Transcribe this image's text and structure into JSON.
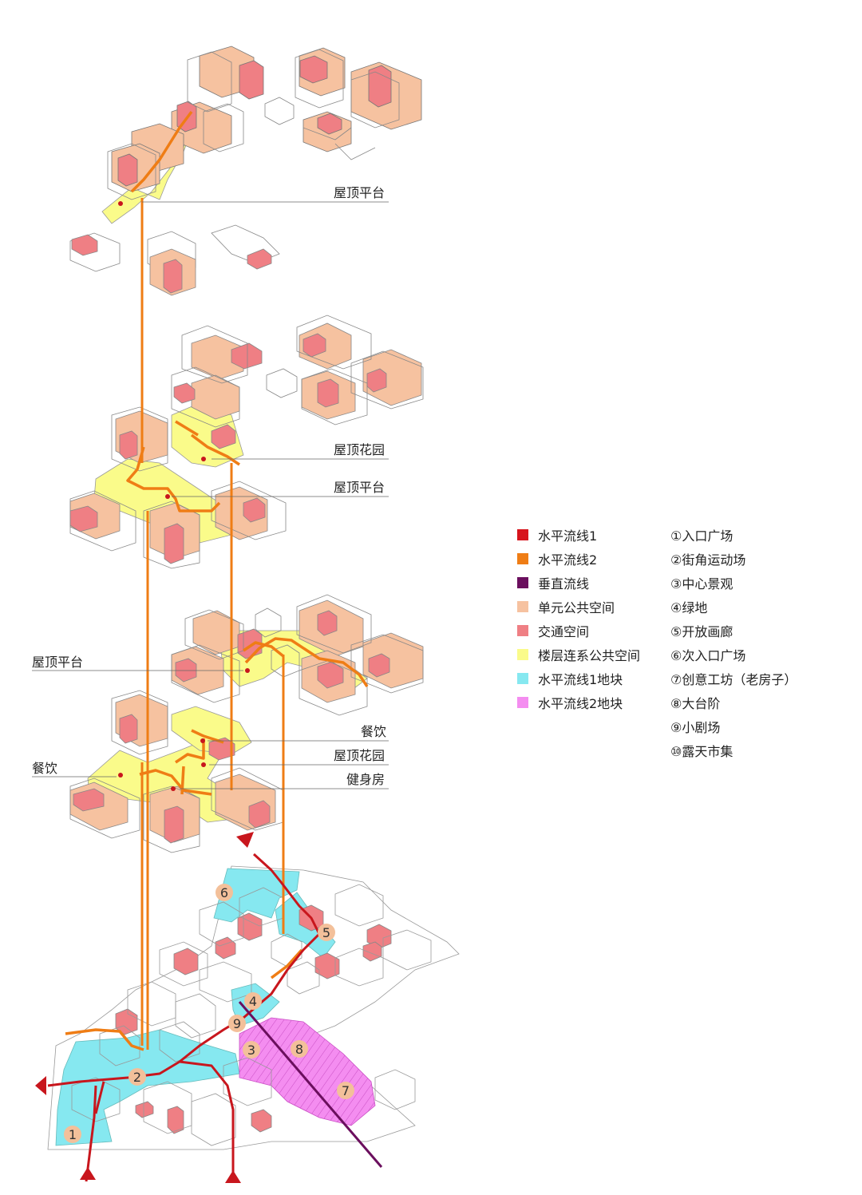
{
  "annotations": {
    "roof_terrace_1": "屋顶平台",
    "roof_garden_1": "屋顶花园",
    "roof_terrace_2": "屋顶平台",
    "roof_terrace_3": "屋顶平台",
    "dining_right": "餐饮",
    "roof_garden_2": "屋顶花园",
    "dining_left": "餐饮",
    "gym": "健身房"
  },
  "legend": [
    {
      "label": "水平流线1",
      "color": "#d7141c"
    },
    {
      "label": "水平流线2",
      "color": "#ef7d15"
    },
    {
      "label": "垂直流线",
      "color": "#6b0f5e"
    },
    {
      "label": "单元公共空间",
      "color": "#f6c2a0"
    },
    {
      "label": "交通空间",
      "color": "#ef7f84"
    },
    {
      "label": "楼层连系公共空间",
      "color": "#fafb8a"
    },
    {
      "label": "水平流线1地块",
      "color": "#86e8f0"
    },
    {
      "label": "水平流线2地块",
      "color": "#f48df0"
    }
  ],
  "site_list": [
    "①入口广场",
    "②街角运动场",
    "③中心景观",
    "④绿地",
    "⑤开放画廊",
    "⑥次入口广场",
    "⑦创意工坊（老房子）",
    "⑧大台阶",
    "⑨小剧场",
    "⑩露天市集"
  ],
  "site_markers": [
    "1",
    "2",
    "3",
    "4",
    "5",
    "6",
    "7",
    "8",
    "9"
  ],
  "colors": {
    "flow1": "#c8161d",
    "flow2": "#ef7d15",
    "vertical": "#6b0f5e",
    "unit_public": "#f6c2a0",
    "circulation": "#ef7f84",
    "floor_link": "#fafb8a",
    "plot1": "#86e8f0",
    "plot2": "#f48df0",
    "marker": "#f3c09a"
  }
}
